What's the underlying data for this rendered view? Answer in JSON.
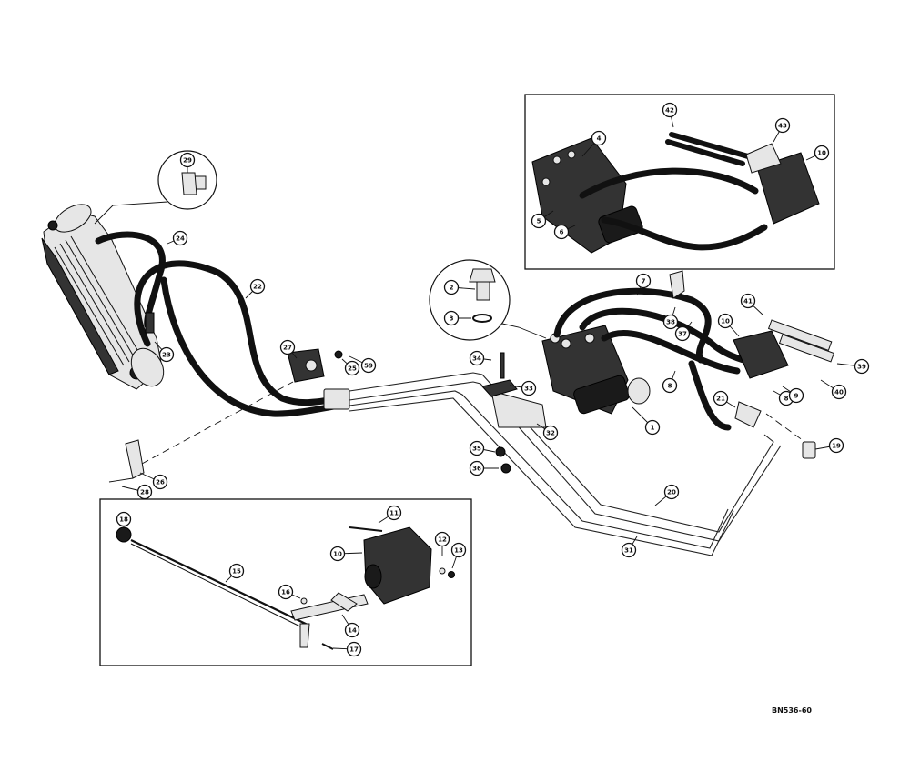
{
  "drawing_code": "BN536-60",
  "callouts": [
    {
      "id": "c1",
      "label": "1"
    },
    {
      "id": "c2",
      "label": "2"
    },
    {
      "id": "c3",
      "label": "3"
    },
    {
      "id": "c4",
      "label": "4"
    },
    {
      "id": "c5",
      "label": "5"
    },
    {
      "id": "c6",
      "label": "6"
    },
    {
      "id": "c7",
      "label": "7"
    },
    {
      "id": "c8",
      "label": "8"
    },
    {
      "id": "c8b",
      "label": "8"
    },
    {
      "id": "c9",
      "label": "9"
    },
    {
      "id": "c10a",
      "label": "10"
    },
    {
      "id": "c10b",
      "label": "10"
    },
    {
      "id": "c10c",
      "label": "10"
    },
    {
      "id": "c11",
      "label": "11"
    },
    {
      "id": "c12",
      "label": "12"
    },
    {
      "id": "c13",
      "label": "13"
    },
    {
      "id": "c14",
      "label": "14"
    },
    {
      "id": "c15",
      "label": "15"
    },
    {
      "id": "c16",
      "label": "16"
    },
    {
      "id": "c17",
      "label": "17"
    },
    {
      "id": "c18",
      "label": "18"
    },
    {
      "id": "c19",
      "label": "19"
    },
    {
      "id": "c20",
      "label": "20"
    },
    {
      "id": "c21",
      "label": "21"
    },
    {
      "id": "c22",
      "label": "22"
    },
    {
      "id": "c23",
      "label": "23"
    },
    {
      "id": "c24",
      "label": "24"
    },
    {
      "id": "c25",
      "label": "25"
    },
    {
      "id": "c26",
      "label": "26"
    },
    {
      "id": "c27",
      "label": "27"
    },
    {
      "id": "c28",
      "label": "28"
    },
    {
      "id": "c29",
      "label": "29"
    },
    {
      "id": "c31",
      "label": "31"
    },
    {
      "id": "c32",
      "label": "32"
    },
    {
      "id": "c33",
      "label": "33"
    },
    {
      "id": "c34",
      "label": "34"
    },
    {
      "id": "c35",
      "label": "35"
    },
    {
      "id": "c36",
      "label": "36"
    },
    {
      "id": "c37",
      "label": "37"
    },
    {
      "id": "c38",
      "label": "38"
    },
    {
      "id": "c39",
      "label": "39"
    },
    {
      "id": "c40",
      "label": "40"
    },
    {
      "id": "c41",
      "label": "41"
    },
    {
      "id": "c42",
      "label": "42"
    },
    {
      "id": "c43",
      "label": "43"
    },
    {
      "id": "c59",
      "label": "59"
    }
  ]
}
